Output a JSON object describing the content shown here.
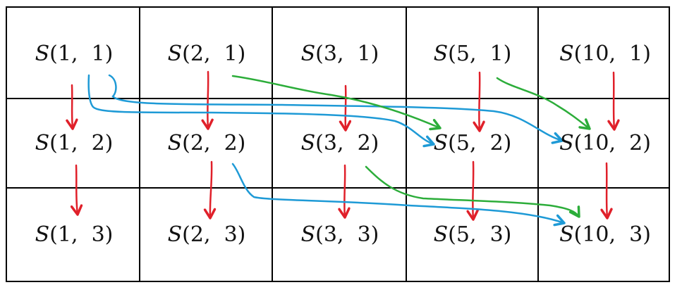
{
  "grid": {
    "rows": [
      [
        {
          "fn": "S",
          "args": "(1,  1)"
        },
        {
          "fn": "S",
          "args": "(2,  1)"
        },
        {
          "fn": "S",
          "args": "(3,  1)"
        },
        {
          "fn": "S",
          "args": "(5,  1)"
        },
        {
          "fn": "S",
          "args": "(10,  1)"
        }
      ],
      [
        {
          "fn": "S",
          "args": "(1,  2)"
        },
        {
          "fn": "S",
          "args": "(2,  2)"
        },
        {
          "fn": "S",
          "args": "(3,  2)"
        },
        {
          "fn": "S",
          "args": "(5,  2)"
        },
        {
          "fn": "S",
          "args": "(10,  2)"
        }
      ],
      [
        {
          "fn": "S",
          "args": "(1,  3)"
        },
        {
          "fn": "S",
          "args": "(2,  3)"
        },
        {
          "fn": "S",
          "args": "(3,  3)"
        },
        {
          "fn": "S",
          "args": "(5,  3)"
        },
        {
          "fn": "S",
          "args": "(10,  3)"
        }
      ]
    ]
  },
  "colors": {
    "grid_line": "#000000",
    "red_arrow": "#e0202a",
    "blue_arrow": "#1e9ad6",
    "green_arrow": "#2cad3a"
  }
}
